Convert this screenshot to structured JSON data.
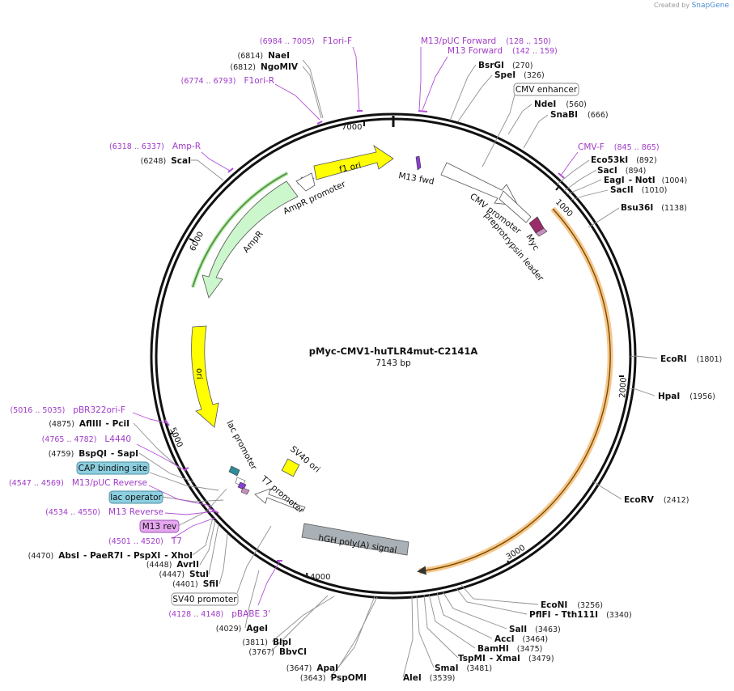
{
  "credit": {
    "prefix": "Created by",
    "brand": "SnapGene"
  },
  "plasmid": {
    "name": "pMyc-CMV1-huTLR4mut-C2141A",
    "size": "7143 bp"
  },
  "ticks": [
    "1000",
    "2000",
    "3000",
    "4000",
    "5000",
    "6000",
    "7000"
  ],
  "enzymes": {
    "NaeI": {
      "name": "NaeI",
      "pos": "(6814)"
    },
    "NgoMIV": {
      "name": "NgoMIV",
      "pos": "(6812)"
    },
    "ScaI": {
      "name": "ScaI",
      "pos": "(6248)"
    },
    "BsrGI": {
      "name": "BsrGI",
      "pos": "(270)"
    },
    "SpeI": {
      "name": "SpeI",
      "pos": "(326)"
    },
    "NdeI": {
      "name": "NdeI",
      "pos": "(560)"
    },
    "SnaBI": {
      "name": "SnaBI",
      "pos": "(666)"
    },
    "Eco53kI": {
      "name": "Eco53kI",
      "pos": "(892)"
    },
    "SacI": {
      "name": "SacI",
      "pos": "(894)"
    },
    "EagI": {
      "name": "EagI",
      "sep": "- ",
      "name2": "NotI",
      "pos": "(1004)"
    },
    "SacII": {
      "name": "SacII",
      "pos": "(1010)"
    },
    "Bsu36I": {
      "name": "Bsu36I",
      "pos": "(1138)"
    },
    "EcoRI": {
      "name": "EcoRI",
      "pos": "(1801)"
    },
    "HpaI": {
      "name": "HpaI",
      "pos": "(1956)"
    },
    "EcoRV": {
      "name": "EcoRV",
      "pos": "(2412)"
    },
    "EcoNI": {
      "name": "EcoNI",
      "pos": "(3256)"
    },
    "PflFI": {
      "name": "PflFI",
      "sep": "- ",
      "name2": "Tth111I",
      "pos": "(3340)"
    },
    "SalI": {
      "name": "SalI",
      "pos": "(3463)"
    },
    "AccI": {
      "name": "AccI",
      "pos": "(3464)"
    },
    "BamHI": {
      "name": "BamHI",
      "pos": "(3475)"
    },
    "TspMI": {
      "name": "TspMI",
      "sep": "- ",
      "name2": "XmaI",
      "pos": "(3479)"
    },
    "SmaI": {
      "name": "SmaI",
      "pos": "(3481)"
    },
    "AleI": {
      "name": "AleI",
      "pos": "(3539)"
    },
    "ApaI": {
      "name": "ApaI",
      "pos": "(3647)"
    },
    "PspOMI": {
      "name": "PspOMI",
      "pos": "(3643)"
    },
    "BlpI": {
      "name": "BlpI",
      "pos": "(3811)"
    },
    "BbvCI": {
      "name": "BbvCI",
      "pos": "(3767)"
    },
    "AgeI": {
      "name": "AgeI",
      "pos": "(4029)"
    },
    "SfiI": {
      "name": "SfiI",
      "pos": "(4401)"
    },
    "StuI": {
      "name": "StuI",
      "pos": "(4447)"
    },
    "AvrII": {
      "name": "AvrII",
      "pos": "(4448)"
    },
    "AbsI": {
      "name": "AbsI",
      "sep1": "- ",
      "name2": "PaeR7I",
      "sep2": "- ",
      "name3": "PspXI",
      "sep3": "- ",
      "name4": "XhoI",
      "pos": "(4470)"
    },
    "BspQI": {
      "name": "BspQI",
      "sep": "- ",
      "name2": "SapI",
      "pos": "(4759)"
    },
    "AflIII": {
      "name": "AflIII",
      "sep": "- ",
      "name2": "PciI",
      "pos": "(4875)"
    }
  },
  "primers": {
    "F1oriF": {
      "name": "F1ori-F",
      "pos": "(6984 .. 7005)"
    },
    "F1oriR": {
      "name": "F1ori-R",
      "pos": "(6774 .. 6793)"
    },
    "AmpR": {
      "name": "Amp-R",
      "pos": "(6318 .. 6337)"
    },
    "M13pUCFwd": {
      "name": "M13/pUC Forward",
      "pos": "(128 .. 150)"
    },
    "M13Fwd": {
      "name": "M13 Forward",
      "pos": "(142 .. 159)"
    },
    "CMVF": {
      "name": "CMV-F",
      "pos": "(845 .. 865)"
    },
    "pBR322": {
      "name": "pBR322ori-F",
      "pos": "(5016 .. 5035)"
    },
    "L4440": {
      "name": "L4440",
      "pos": "(4765 .. 4782)"
    },
    "M13pUCRev": {
      "name": "M13/pUC Reverse",
      "pos": "(4547 .. 4569)"
    },
    "M13Rev": {
      "name": "M13 Reverse",
      "pos": "(4534 .. 4550)"
    },
    "T7": {
      "name": "T7",
      "pos": "(4501 .. 4520)"
    },
    "pBABE": {
      "name": "pBABE 3'",
      "pos": "(4128 .. 4148)"
    }
  },
  "boxed": {
    "cmv_enhancer": "CMV enhancer",
    "cap_site": "CAP binding site",
    "lac_operator": "lac operator",
    "m13rev": "M13 rev",
    "sv40_promoter": "SV40 promoter"
  },
  "features": {
    "f1ori": "f1 ori",
    "m13fwd": "M13 fwd",
    "cmv_promoter": "CMV promoter",
    "preprotrypsin": "preprotrypsin leader",
    "myc": "Myc",
    "ampr_promoter": "AmpR promoter",
    "ampr": "AmpR",
    "ori": "ori",
    "lac_promoter": "lac promoter",
    "t7_promoter": "T7 promoter",
    "sv40_ori": "SV40 ori",
    "hgh": "hGH poly(A) signal"
  },
  "colors": {
    "backbone": "#111111",
    "yellow_feature": "#ffff00",
    "ampr_fill": "#ccf7cc",
    "insert_outline": "#f5c78a",
    "primer": "#b14fd6",
    "boxed_blue": "#8ccfe0",
    "boxed_pink": "#e6a7f0",
    "hgh_fill": "#a9b0b6",
    "myc_fill": "#9b2c6a"
  }
}
